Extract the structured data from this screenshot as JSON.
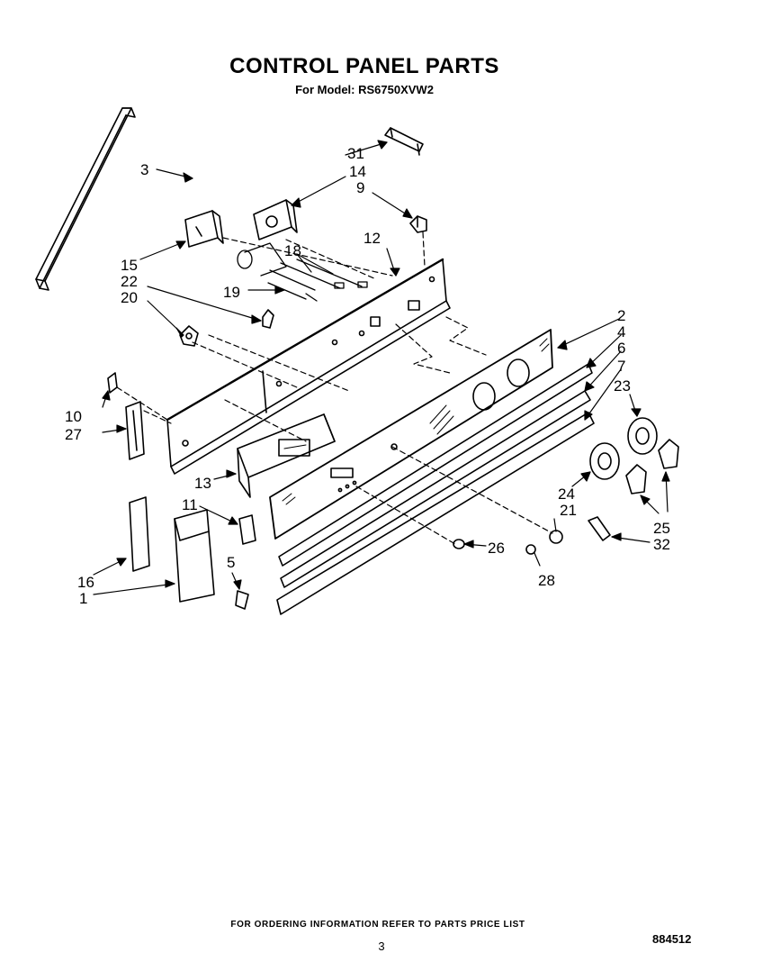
{
  "header": {
    "title": "CONTROL PANEL PARTS",
    "subtitle": "For Model: RS6750XVW2"
  },
  "callouts": {
    "c1": "1",
    "c2": "2",
    "c3": "3",
    "c4": "4",
    "c5": "5",
    "c6": "6",
    "c7": "7",
    "c9": "9",
    "c10": "10",
    "c11": "11",
    "c12": "12",
    "c13": "13",
    "c14": "14",
    "c15": "15",
    "c16": "16",
    "c18": "18",
    "c19": "19",
    "c20": "20",
    "c21": "21",
    "c22": "22",
    "c23": "23",
    "c24": "24",
    "c25": "25",
    "c26": "26",
    "c27": "27",
    "c28": "28",
    "c31": "31",
    "c32": "32"
  },
  "footer": {
    "note": "FOR ORDERING INFORMATION REFER TO PARTS PRICE LIST",
    "page": "3",
    "doc_number": "884512"
  }
}
